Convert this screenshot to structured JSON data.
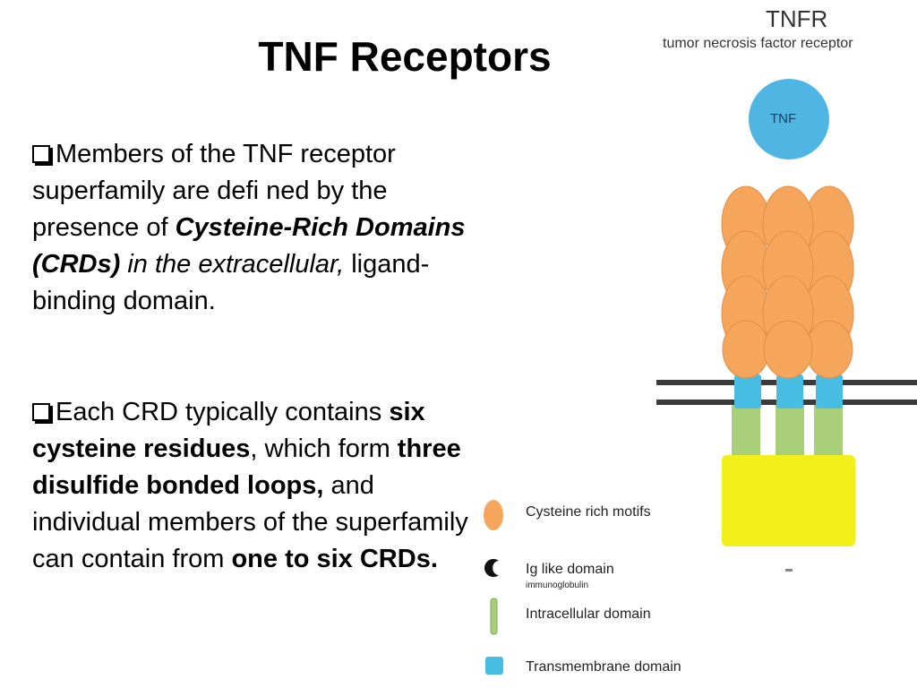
{
  "slide": {
    "title": "TNF Receptors",
    "bullet1": {
      "p1": "Members of the TNF receptor superfamily are defi ned by the presence of ",
      "bold_italic": "Cysteine-Rich Domains (CRDs)",
      "italic": " in the extracellular,",
      "p2": " ligand-binding domain."
    },
    "bullet2": {
      "p1": "Each CRD typically contains ",
      "b1": "six cysteine residues",
      "p2": ", which form ",
      "b2": "three disulfide bonded loops,",
      "p3": " and individual members of the superfamily can contain from ",
      "b3": "one to six CRDs."
    }
  },
  "figure": {
    "title": "TNFR",
    "subtitle": "tumor necrosis factor receptor",
    "ligand_label": "TNF",
    "legend": [
      {
        "label": "Cysteine rich motifs",
        "icon": "orange-oval"
      },
      {
        "label": "Ig like domain",
        "sublabel": "immunoglobulin",
        "icon": "black-crescent"
      },
      {
        "label": "Intracellular domain",
        "icon": "green-bar"
      },
      {
        "label": "Transmembrane domain",
        "icon": "blue-square"
      }
    ],
    "colors": {
      "ligand": "#4fb6e3",
      "crd": "#f5a65c",
      "transmembrane": "#48bde3",
      "intracellular": "#a9cf7a",
      "death_domain": "#f2ef1a",
      "membrane": "#3b3b3b"
    }
  }
}
